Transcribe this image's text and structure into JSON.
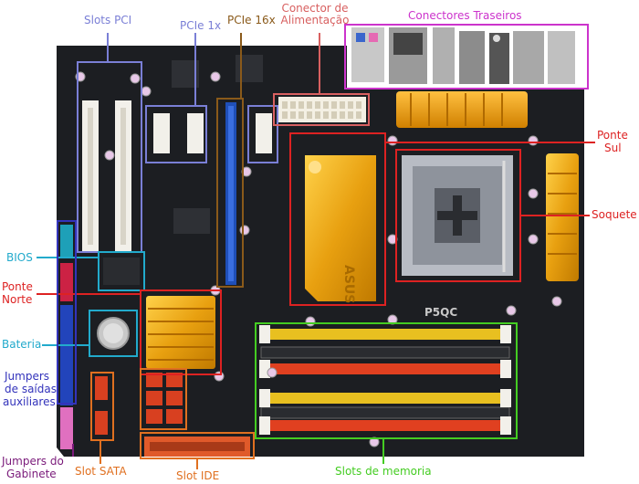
{
  "colors": {
    "pci": "#7a7fd6",
    "pcie1x": "#7a7fd6",
    "pcie16x": "#8a5a1a",
    "power": "#d86060",
    "rear": "#cc33cc",
    "south": "#dd2222",
    "socket": "#dd2222",
    "bios": "#22aacc",
    "north": "#dd2222",
    "battery": "#22aacc",
    "jumpers_aux": "#3333bb",
    "jumpers_case": "#7a1a7a",
    "sata": "#e07020",
    "ide": "#e07020",
    "memory": "#44cc22"
  },
  "labels": {
    "pci": "Slots PCI",
    "pcie1x": "PCIe 1x",
    "pcie16x": "PCIe 16x",
    "power_l1": "Conector de",
    "power_l2": "Alimentação",
    "rear": "Conectores Traseiros",
    "south_l1": "Ponte",
    "south_l2": "Sul",
    "socket": "Soquete",
    "bios": "BIOS",
    "north_l1": "Ponte",
    "north_l2": "Norte",
    "battery": "Bateria",
    "aux_l1": "Jumpers",
    "aux_l2": "de saídas",
    "aux_l3": "auxiliares",
    "case_l1": "Jumpers do",
    "case_l2": "Gabinete",
    "sata": "Slot SATA",
    "ide": "Slot IDE",
    "memory": "Slots de memoria"
  },
  "board": {
    "brand": "ASUS",
    "model": "P5QC"
  }
}
